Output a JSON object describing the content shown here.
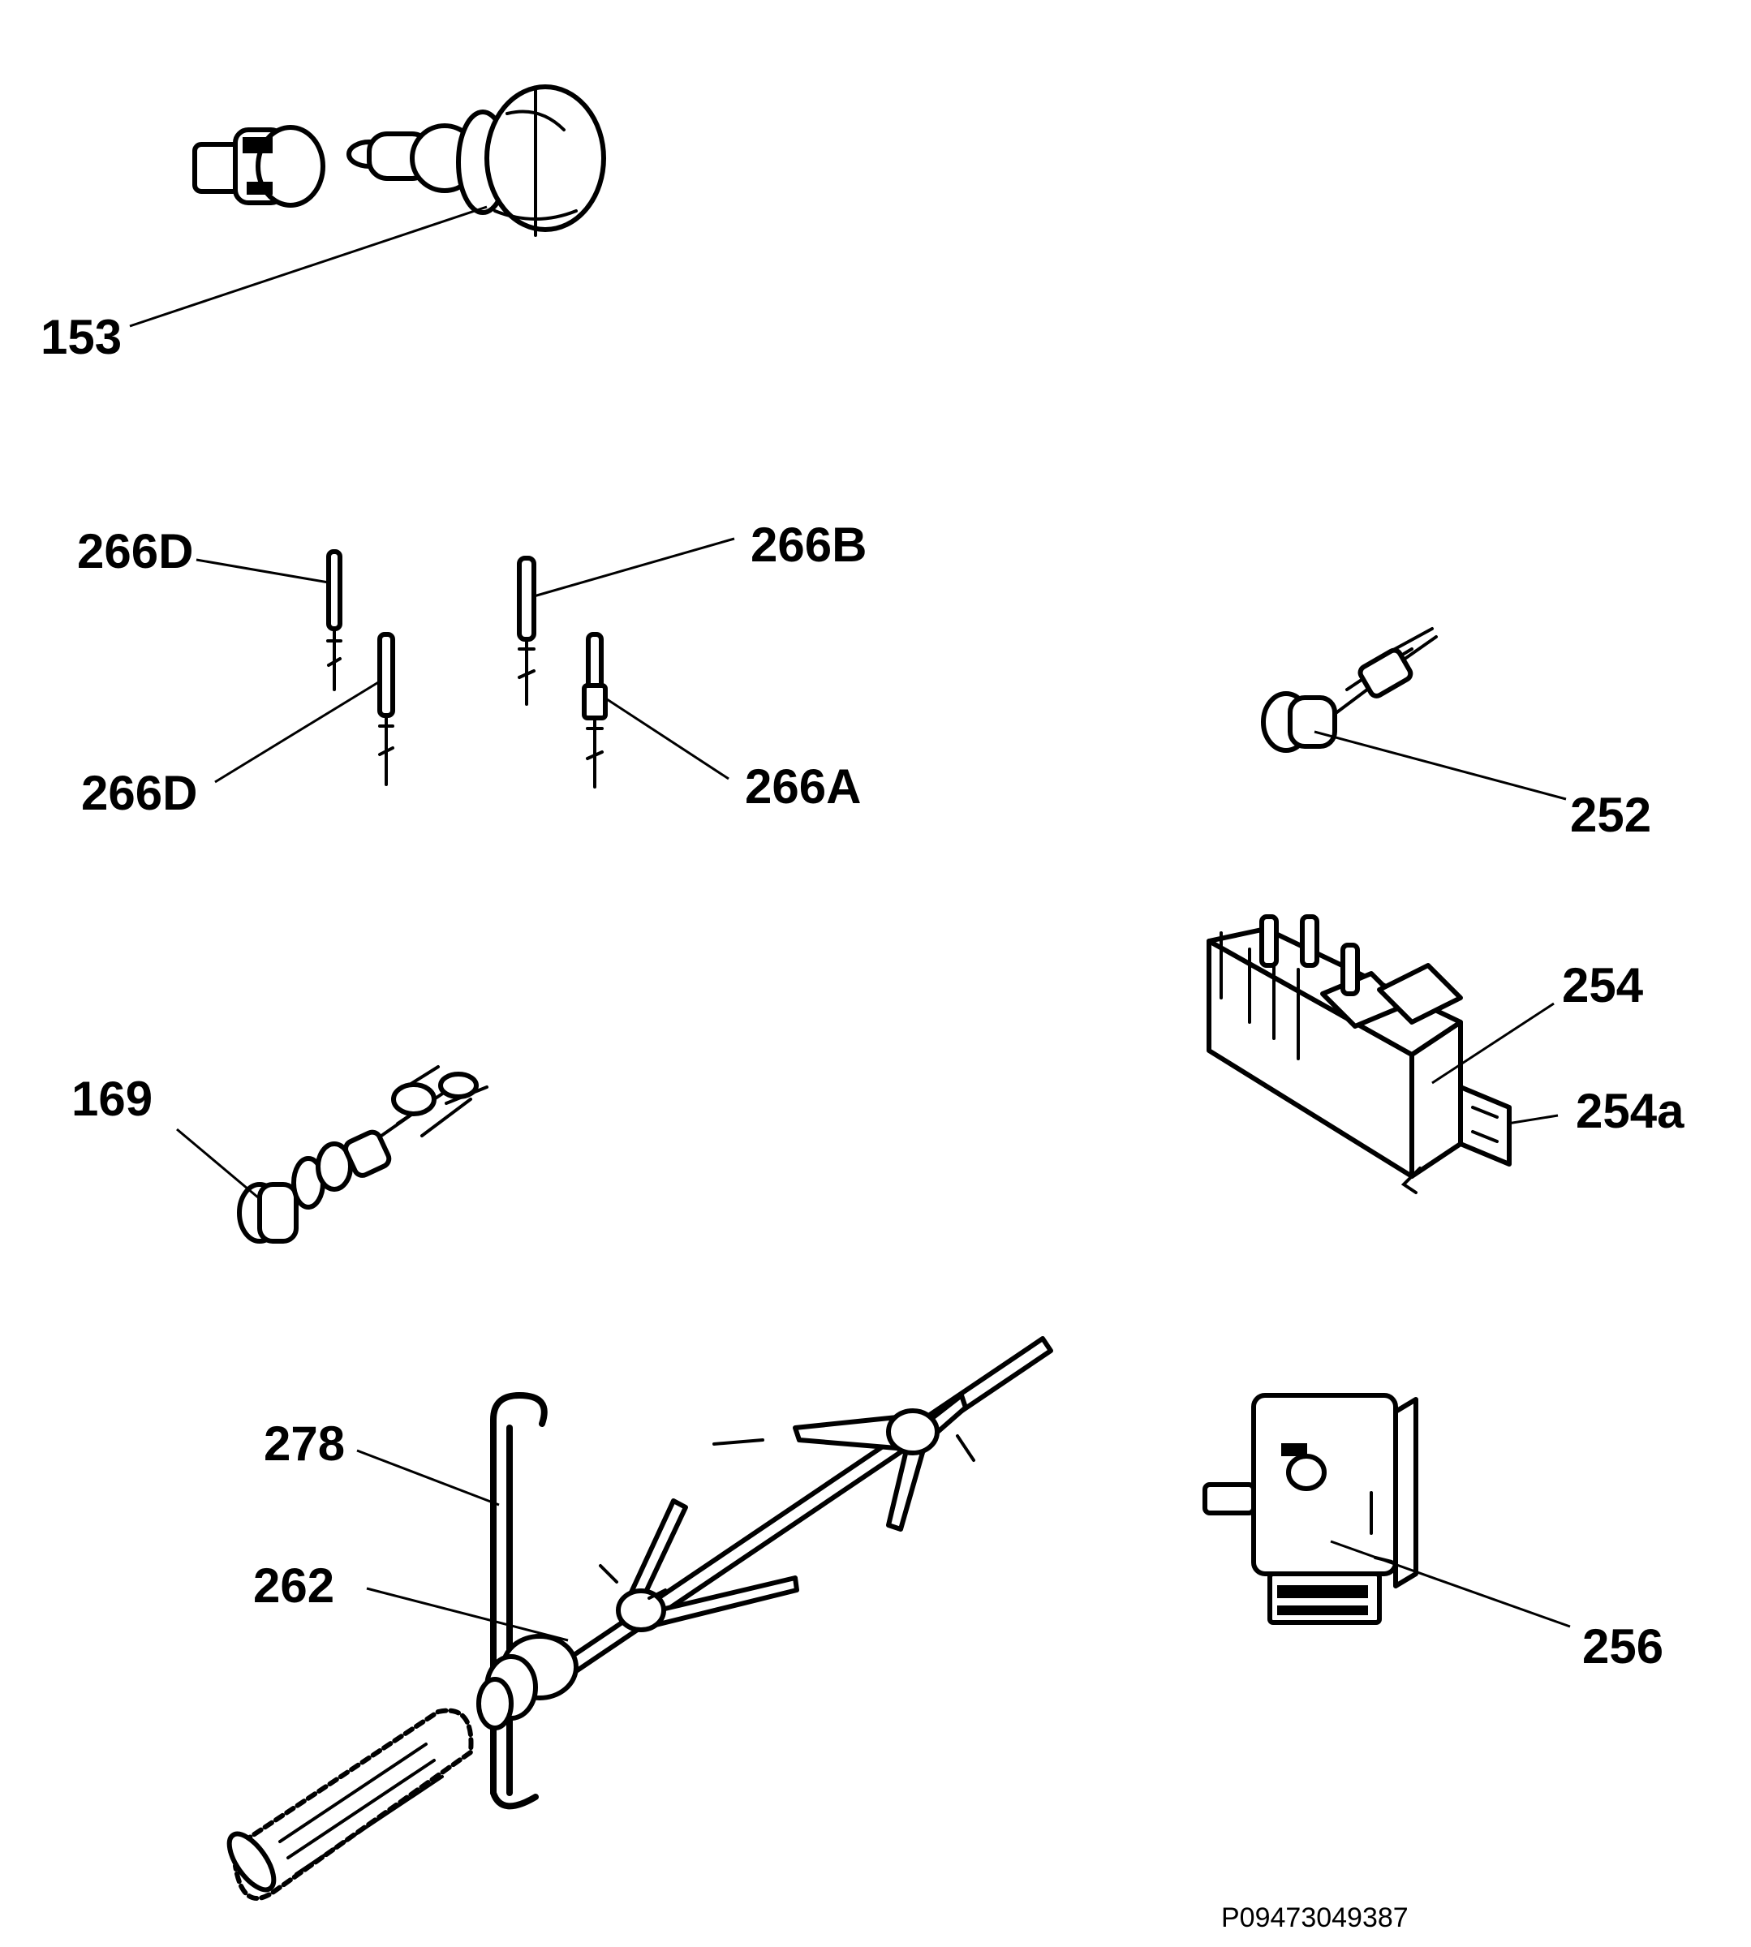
{
  "diagram": {
    "type": "exploded-parts-diagram",
    "colors": {
      "background": "#ffffff",
      "ink": "#000000"
    },
    "parts": [
      {
        "id": "p153",
        "label": "153",
        "shape": "knob-assembly"
      },
      {
        "id": "p266D_top",
        "label": "266D",
        "shape": "electrode"
      },
      {
        "id": "p266B",
        "label": "266B",
        "shape": "electrode"
      },
      {
        "id": "p266D_bottom",
        "label": "266D",
        "shape": "electrode"
      },
      {
        "id": "p266A",
        "label": "266A",
        "shape": "electrode"
      },
      {
        "id": "p252",
        "label": "252",
        "shape": "lamp-holder"
      },
      {
        "id": "p254",
        "label": "254",
        "shape": "ignition-generator"
      },
      {
        "id": "p254a",
        "label": "254a",
        "shape": "bracket"
      },
      {
        "id": "p169",
        "label": "169",
        "shape": "indicator-lamp"
      },
      {
        "id": "p278",
        "label": "278",
        "shape": "rotisserie-frame"
      },
      {
        "id": "p262",
        "label": "262",
        "shape": "rotisserie-spit"
      },
      {
        "id": "p256",
        "label": "256",
        "shape": "rotisserie-motor"
      }
    ],
    "drawing_code": "P09473049387"
  }
}
